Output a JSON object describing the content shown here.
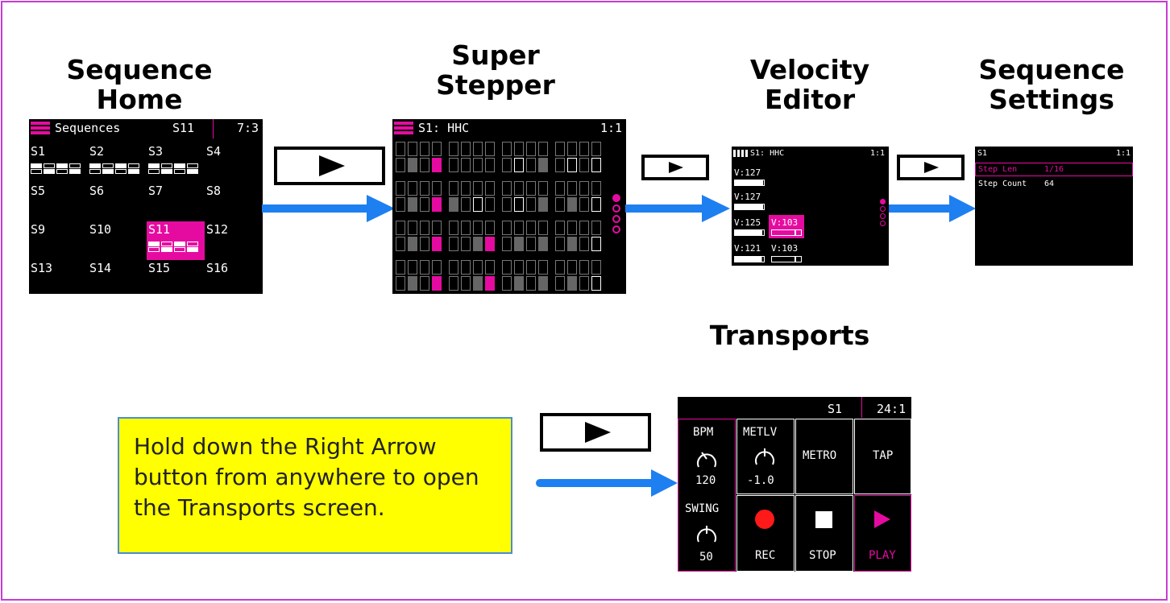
{
  "titles": {
    "sequence_home": [
      "Sequence",
      "Home"
    ],
    "super_stepper": [
      "Super",
      "Stepper"
    ],
    "velocity_editor": [
      "Velocity",
      "Editor"
    ],
    "sequence_settings": [
      "Sequence",
      "Settings"
    ],
    "transports": "Transports"
  },
  "sequence_home": {
    "header_label": "Sequences",
    "header_selected": "S11",
    "header_position": "7:3",
    "slots": [
      "S1",
      "S2",
      "S3",
      "S4",
      "S5",
      "S6",
      "S7",
      "S8",
      "S9",
      "S10",
      "S11",
      "S12",
      "S13",
      "S14",
      "S15",
      "S16"
    ],
    "selected_slot": "S11"
  },
  "super_stepper": {
    "header_title": "S1: HHC",
    "header_position": "1:1"
  },
  "velocity_editor": {
    "header_title": "S1: HHC",
    "header_position": "1:1",
    "rows": [
      {
        "left": "V:127",
        "right": ""
      },
      {
        "left": "V:127",
        "right": ""
      },
      {
        "left": "V:125",
        "right": "V:103"
      },
      {
        "left": "V:121",
        "right": "V:103"
      }
    ]
  },
  "sequence_settings": {
    "header_title": "S1",
    "header_position": "1:1",
    "rows": [
      {
        "label": "Step Len",
        "value": "1/16"
      },
      {
        "label": "Step Count",
        "value": "64"
      }
    ]
  },
  "transports": {
    "header_seq": "S1",
    "header_position": "24:1",
    "bpm_label": "BPM",
    "bpm_value": "120",
    "metlv_label": "METLV",
    "metlv_value": "-1.0",
    "metro_label": "METRO",
    "tap_label": "TAP",
    "swing_label": "SWING",
    "swing_value": "50",
    "rec_label": "REC",
    "stop_label": "STOP",
    "play_label": "PLAY"
  },
  "note": "Hold down the Right Arrow button from anywhere to open the Transports screen.",
  "colors": {
    "accent": "#e60ba0",
    "arrow": "#1e7ff0",
    "frame": "#c93bd4",
    "note_bg": "#ffff00",
    "note_border": "#4a8bd8",
    "rec": "#ff1a1a"
  }
}
